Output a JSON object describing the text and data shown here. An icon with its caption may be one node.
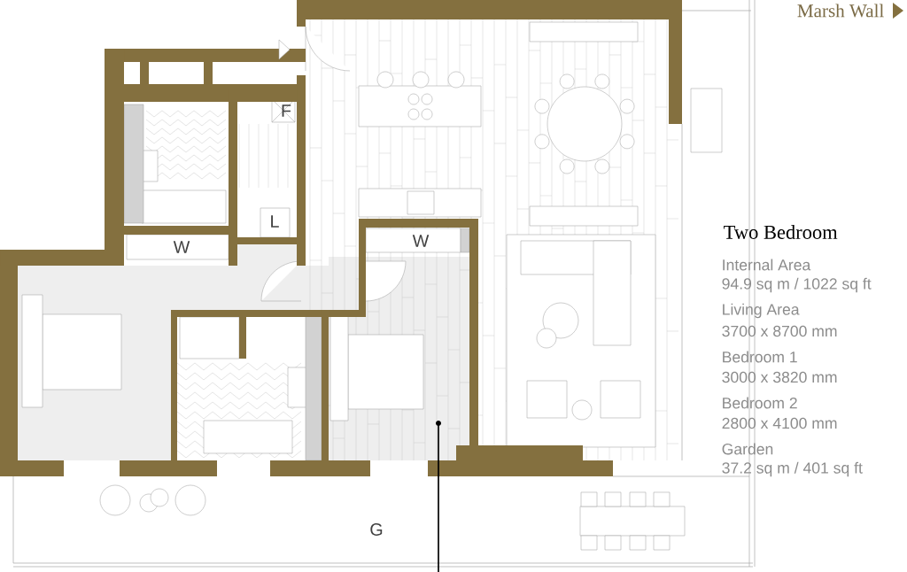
{
  "diagram": {
    "title": "Two Bedroom",
    "labels": [
      "Marsh Wall",
      "F",
      "L",
      "W",
      "W",
      "G",
      "Internal Area",
      "94.9 sq m / 1022 sq ft",
      "Living Area",
      "3700 x 8700 mm",
      "Bedroom 1",
      "3000 x 3820 mm",
      "Bedroom 2",
      "2800 x 4100 mm",
      "Garden",
      "37.2 sq m / 401 sq ft"
    ]
  }
}
